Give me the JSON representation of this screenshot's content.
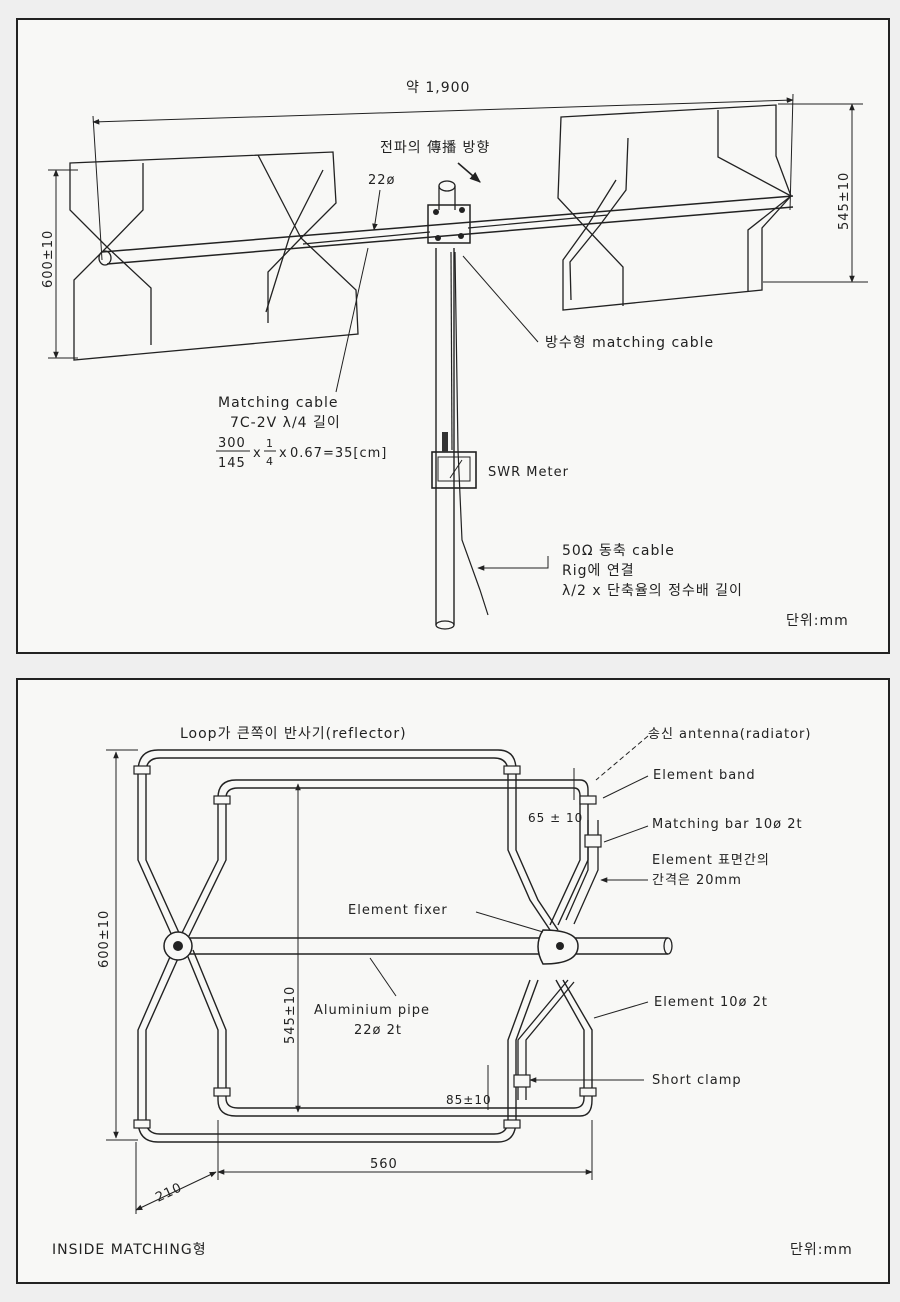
{
  "top": {
    "dim_total": "약 1,900",
    "propagation": "전파의 傳播 방향",
    "pipe_dia": "22ø",
    "dim_left": "600±10",
    "dim_right": "545±10",
    "waterproof_cable": "방수형 matching cable",
    "matching_title": "Matching cable",
    "matching_line2": "7C-2V λ/4 길이",
    "formula_num": "300",
    "formula_den": "145",
    "formula_rest": "0.67=35[cm]",
    "swr": "SWR Meter",
    "coax_line1": "50Ω 동축 cable",
    "coax_line2": "Rig에 연결",
    "coax_line3": "λ/2 x 단축율의 정수배 길이",
    "unit": "단위:mm"
  },
  "bottom": {
    "reflector": "Loop가 큰쪽이 반사기(reflector)",
    "radiator": "송신 antenna(radiator)",
    "element_band": "Element band",
    "matching_bar": "Matching bar 10ø 2t",
    "spacing_line1": "Element 표면간의",
    "spacing_line2": "간격은 20mm",
    "dim_65": "65 ± 10",
    "element_fixer": "Element fixer",
    "dim_600": "600±10",
    "dim_545": "545±10",
    "pipe_line1": "Aluminium pipe",
    "pipe_line2": "22ø 2t",
    "element": "Element 10ø 2t",
    "short_clamp": "Short clamp",
    "dim_85": "85±10",
    "dim_560": "560",
    "dim_210": "210",
    "title": "INSIDE MATCHING형",
    "unit": "단위:mm"
  }
}
